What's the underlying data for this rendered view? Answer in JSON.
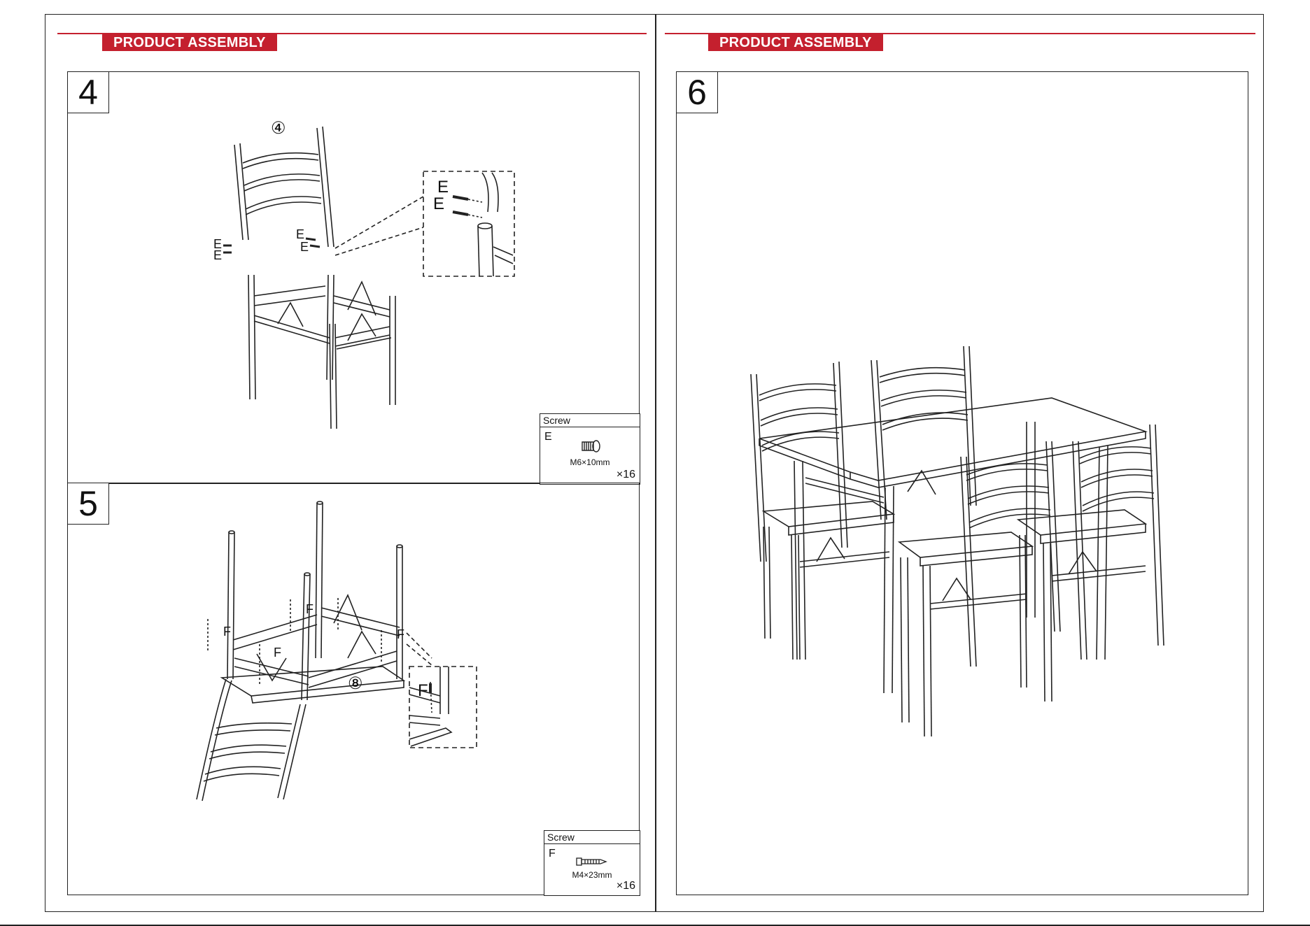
{
  "header": {
    "left_title": "PRODUCT ASSEMBLY",
    "right_title": "PRODUCT ASSEMBLY"
  },
  "colors": {
    "accent": "#c4202e",
    "line": "#222222"
  },
  "steps": [
    {
      "number": "4",
      "callout": "④",
      "labels": [
        "E",
        "E",
        "E",
        "E",
        "E",
        "E"
      ],
      "legend": {
        "title": "Screw",
        "letter": "E",
        "size": "M6×10mm",
        "qty": "×16"
      }
    },
    {
      "number": "5",
      "callout": "⑧",
      "labels": [
        "F",
        "F",
        "F",
        "F",
        "F"
      ],
      "legend": {
        "title": "Screw",
        "letter": "F",
        "size": "M4×23mm",
        "qty": "×16"
      }
    },
    {
      "number": "6"
    }
  ]
}
